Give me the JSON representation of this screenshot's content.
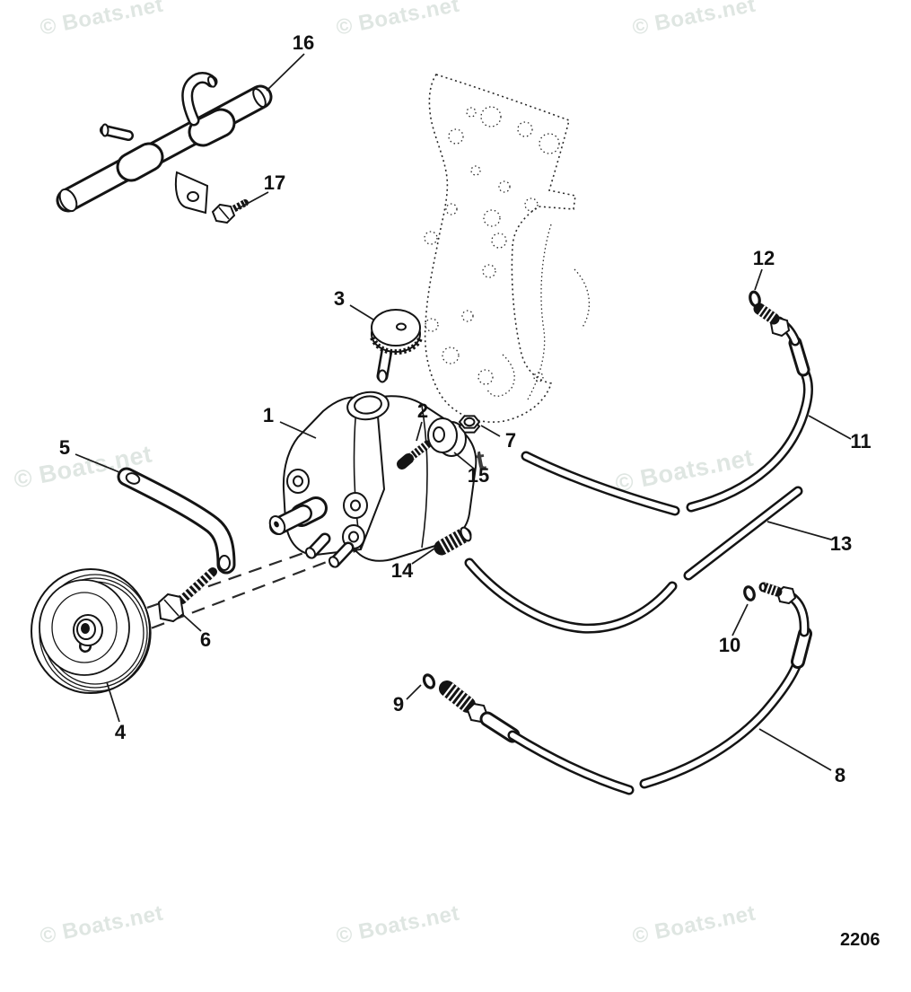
{
  "diagram": {
    "type": "exploded-parts-diagram",
    "subject": "power-steering-pump",
    "watermark_text": "© Boats.net",
    "page_number": "2206",
    "callouts": [
      "1",
      "2",
      "3",
      "4",
      "5",
      "6",
      "7",
      "8",
      "9",
      "10",
      "11",
      "12",
      "13",
      "14",
      "15",
      "16",
      "17"
    ],
    "colors": {
      "line_art": "#141414",
      "watermark_light": "#dfe6e2",
      "watermark_dark": "#3d3d3d",
      "background": "#ffffff"
    }
  }
}
